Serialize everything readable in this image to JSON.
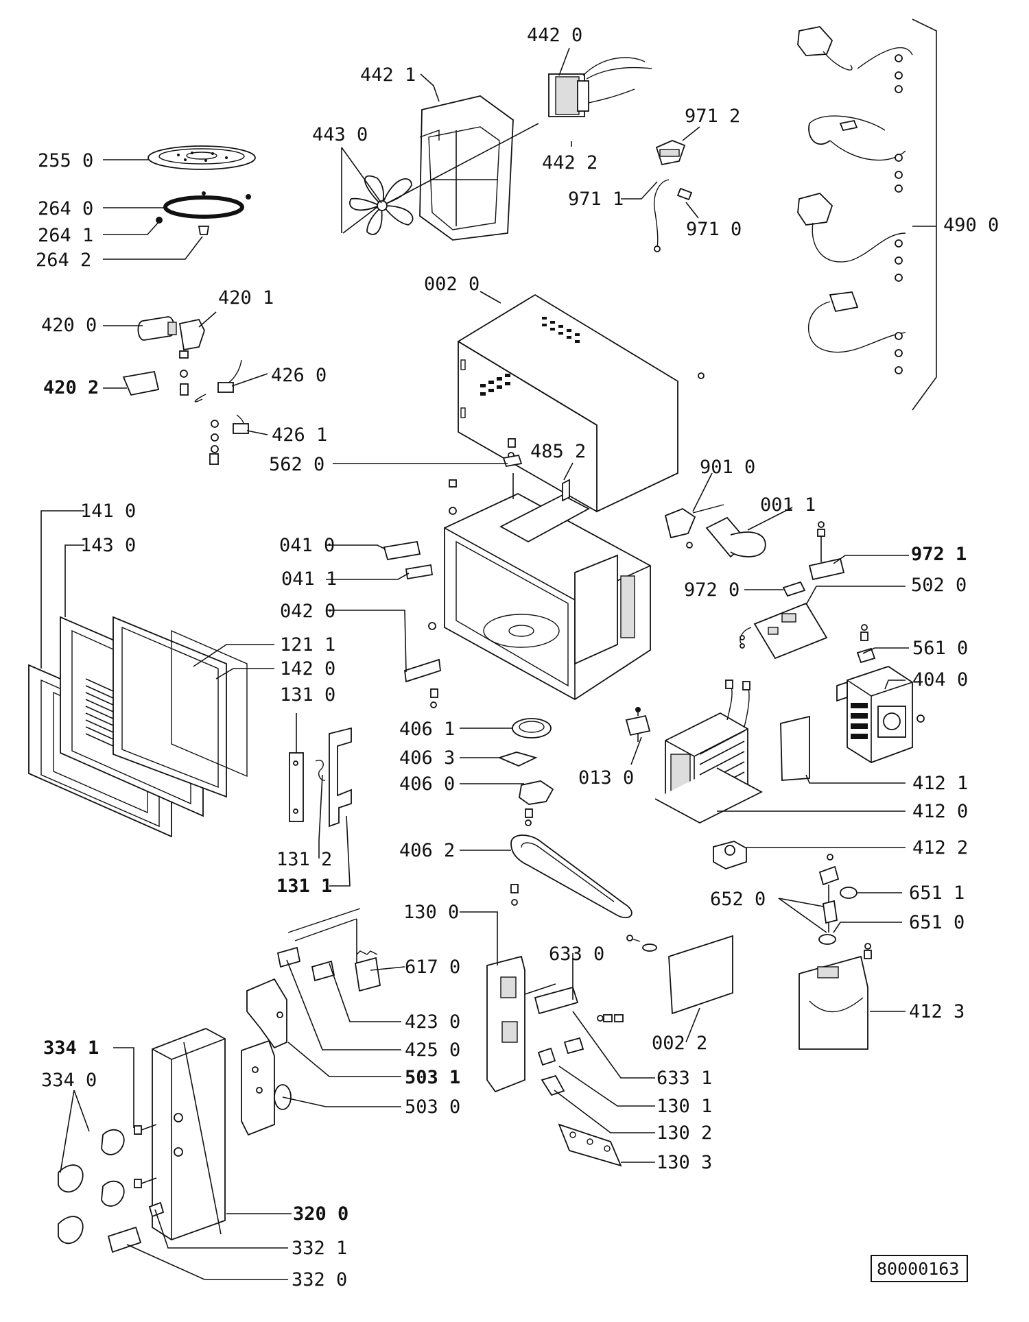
{
  "drawing_number": "80000163",
  "part_labels": {
    "p2550": "255 0",
    "p2640": "264 0",
    "p2641": "264 1",
    "p2642": "264 2",
    "p4430": "443 0",
    "p4421": "442 1",
    "p4420": "442 0",
    "p4422": "442 2",
    "p9712": "971 2",
    "p9711": "971 1",
    "p9710": "971 0",
    "p4900": "490 0",
    "p4201": "420 1",
    "p4200": "420 0",
    "p4202": "420 2",
    "p4260": "426 0",
    "p4261": "426 1",
    "p5620": "562 0",
    "p0020": "002 0",
    "p4852": "485 2",
    "p9010": "901 0",
    "p0011": "001 1",
    "p9721": "972 1",
    "p9720": "972 0",
    "p5020": "502 0",
    "p5610": "561 0",
    "p4040": "404 0",
    "p1410": "141 0",
    "p1430": "143 0",
    "p0410": "041 0",
    "p0411": "041 1",
    "p0420": "042 0",
    "p1211": "121 1",
    "p1420": "142 0",
    "p1310": "131 0",
    "p4061": "406 1",
    "p4063": "406 3",
    "p4060": "406 0",
    "p0130": "013 0",
    "p4121": "412 1",
    "p4120": "412 0",
    "p4122": "412 2",
    "p1312": "131 2",
    "p1311": "131 1",
    "p4062": "406 2",
    "p6520": "652 0",
    "p6511": "651 1",
    "p6510": "651 0",
    "p1300": "130 0",
    "p6330": "633 0",
    "p6170": "617 0",
    "p4230": "423 0",
    "p4250": "425 0",
    "p5031": "503 1",
    "p5030": "503 0",
    "p4123": "412 3",
    "p0022": "002 2",
    "p6331": "633 1",
    "p1301": "130 1",
    "p1302": "130 2",
    "p1303": "130 3",
    "p3341": "334 1",
    "p3340": "334 0",
    "p3200": "320 0",
    "p3321": "332 1",
    "p3320": "332 0"
  }
}
